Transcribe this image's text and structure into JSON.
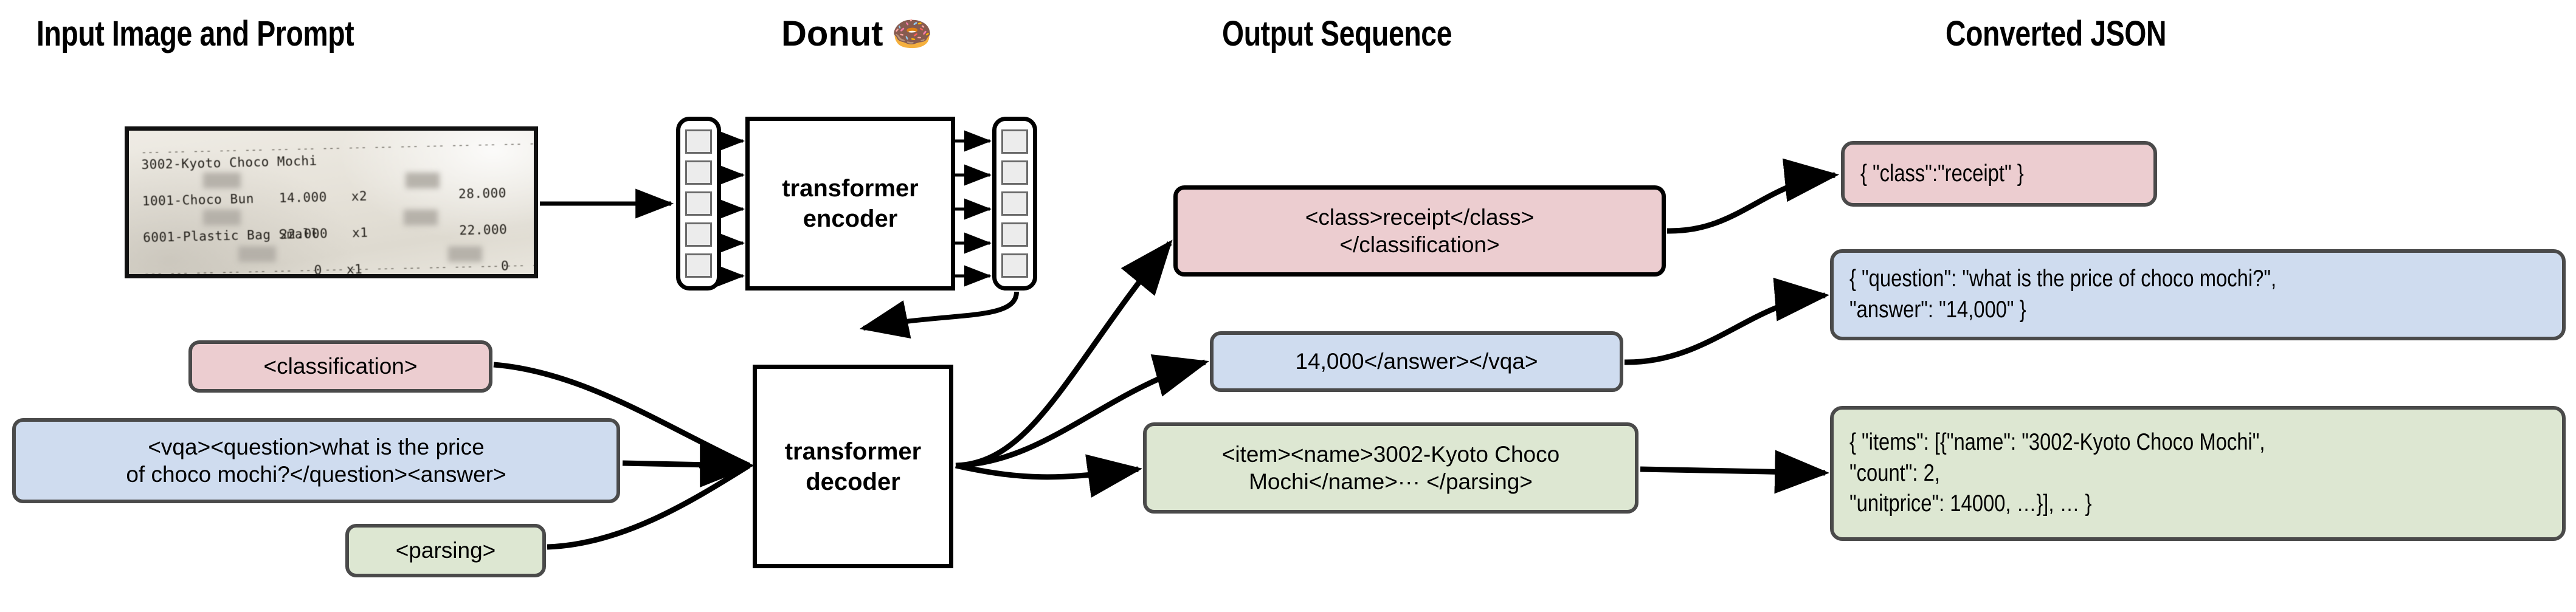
{
  "columns": {
    "input": "Input Image and Prompt",
    "model": "Donut",
    "model_emoji": "🍩",
    "output": "Output Sequence",
    "json": "Converted JSON"
  },
  "receipt": {
    "dash_top": "--- --- --- --- --- --- --- --- --- --- --- --- --- --- --- --- --- ---",
    "dash_bottom": "--- --- --- --- --- --- --- --- --- --- --- --- --- --- --- --- --- ---",
    "lines": [
      {
        "name": "3002-Kyoto Choco Mochi",
        "unitprice": "14.000",
        "count": "x2",
        "total": "28.000"
      },
      {
        "name": "1001-Choco Bun",
        "unitprice": "22.000",
        "count": "x1",
        "total": "22.000"
      },
      {
        "name": "6001-Plastic Bag Small",
        "unitprice": "0",
        "count": "x1",
        "total": "0"
      }
    ]
  },
  "model": {
    "encoder": "transformer\nencoder",
    "decoder": "transformer\ndecoder",
    "encoder_input_tokens": 5,
    "encoder_output_tokens": 5
  },
  "prompts": [
    {
      "id": "classification",
      "text": "<classification>",
      "color": "pink"
    },
    {
      "id": "vqa",
      "text": "<vqa><question>what is the price\nof choco mochi?</question><answer>",
      "color": "blue"
    },
    {
      "id": "parsing",
      "text": "<parsing>",
      "color": "green"
    }
  ],
  "outputs": [
    {
      "id": "classification-out",
      "text": "<class>receipt</class>\n</classification>",
      "color": "pink"
    },
    {
      "id": "vqa-out",
      "text": "14,000</answer></vqa>",
      "color": "blue"
    },
    {
      "id": "parsing-out",
      "text": "<item><name>3002-Kyoto Choco\nMochi</name>··· </parsing>",
      "color": "green"
    }
  ],
  "jsons": [
    {
      "id": "class-json",
      "text": "{ \"class\":\"receipt\" }",
      "color": "pink"
    },
    {
      "id": "vqa-json",
      "text": "{ \"question\": \"what is the price of choco mochi?\",\n   \"answer\": \"14,000\" }",
      "color": "blue"
    },
    {
      "id": "parsing-json",
      "text": "{ \"items\": [{\"name\": \"3002-Kyoto Choco Mochi\",\n     \"count\": 2,\n     \"unitprice\": 14000, …}], … }",
      "color": "green"
    }
  ],
  "colors": {
    "pink": "#eccdd0",
    "blue": "#cfdcef",
    "green": "#dde7d2",
    "border_gray": "#4a4a4a",
    "border_black": "#000000",
    "token_fill": "#ececec",
    "token_border": "#6b6b6b"
  }
}
